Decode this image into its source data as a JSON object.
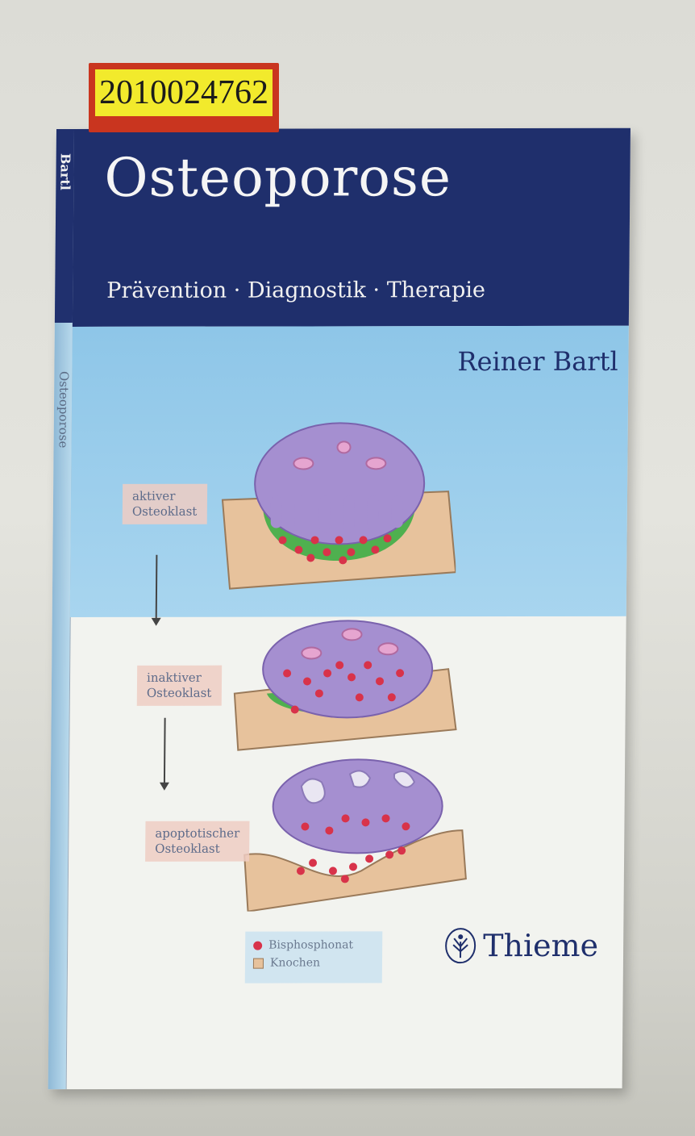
{
  "sticker": {
    "number": "2010024762"
  },
  "book": {
    "title": "Osteoporose",
    "subtitle": "Prävention · Diagnostik · Therapie",
    "author": "Reiner Bartl",
    "spine_author": "Bartl",
    "spine_title": "Osteoporose",
    "publisher": "Thieme"
  },
  "illustration": {
    "steps": [
      {
        "label_line1": "aktiver",
        "label_line2": "Osteoklast"
      },
      {
        "label_line1": "inaktiver",
        "label_line2": "Osteoklast"
      },
      {
        "label_line1": "apoptotischer",
        "label_line2": "Osteoklast"
      }
    ],
    "legend": [
      {
        "label": "Bisphosphonat"
      },
      {
        "label": "Knochen"
      }
    ]
  },
  "colors": {
    "cover_navy": "#1f2f6c",
    "cover_sky": "#8ec6e8",
    "cell_purple": "#a58fd0",
    "resorption_green": "#4fb04f",
    "bisphosphonate_red": "#d8334a",
    "bone_tan": "#e7c29c",
    "sticker_red": "#c9351f",
    "sticker_yellow": "#f2ea2c"
  }
}
